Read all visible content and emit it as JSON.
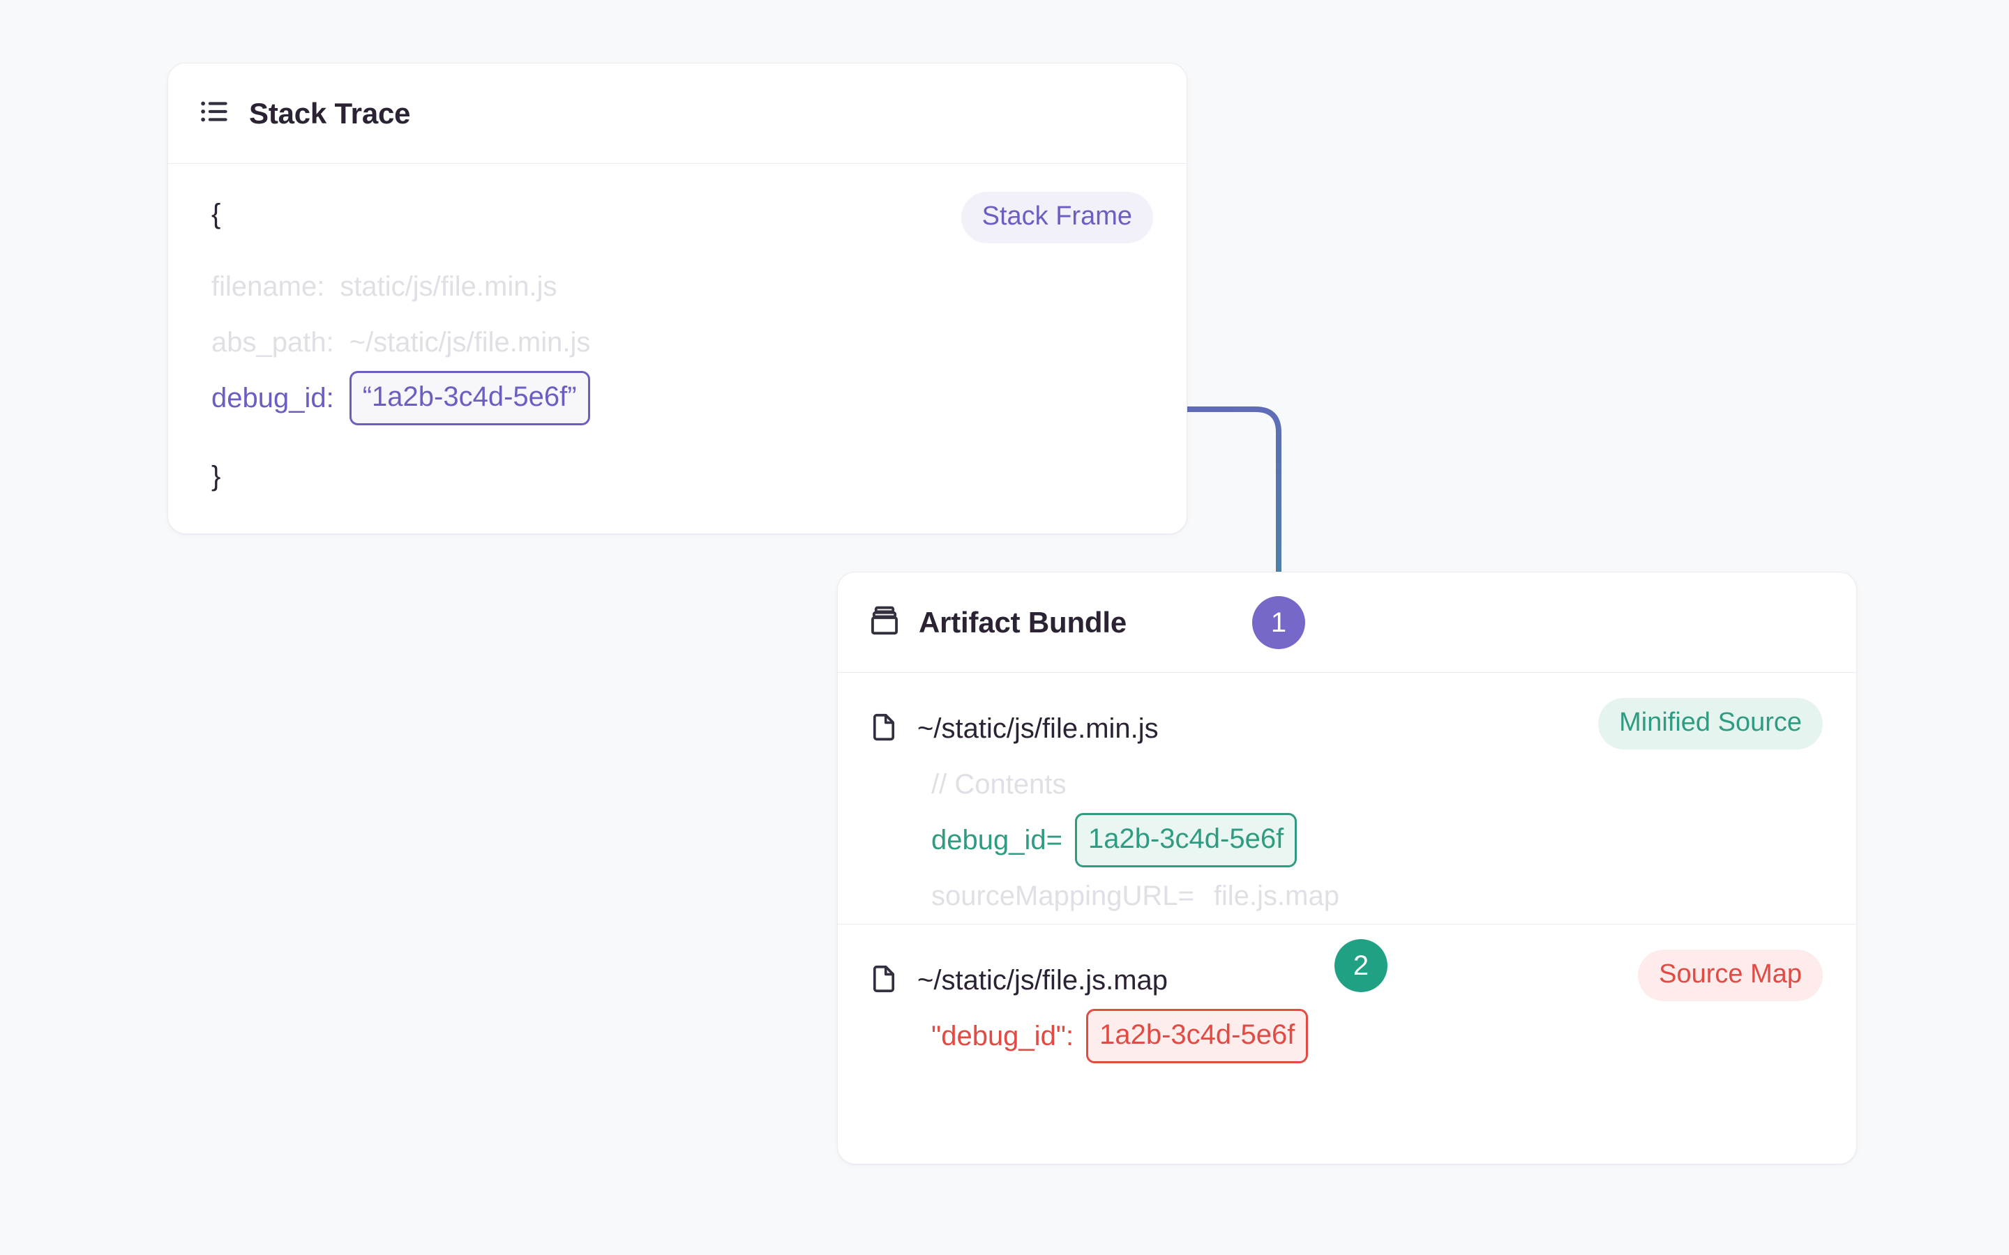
{
  "canvas": {
    "background": "#f8f9fb"
  },
  "colors": {
    "purple": "#6a5fc1",
    "purple_marker": "#7568c9",
    "green": "#2f9c82",
    "green_marker": "#21a184",
    "red": "#e14b43",
    "text": "#2b2233",
    "muted": "#dfe0e5",
    "card_border": "#ebecef"
  },
  "stack_trace_card": {
    "icon": "list-bullets-icon",
    "title": "Stack Trace",
    "badge": "Stack Frame",
    "brace_open": "{",
    "brace_close": "}",
    "fields": [
      {
        "key": "filename:",
        "value": "static/js/file.min.js",
        "highlighted": false
      },
      {
        "key": "abs_path:",
        "value": "~/static/js/file.min.js",
        "highlighted": false
      },
      {
        "key": "debug_id:",
        "value": "“1a2b-3c4d-5e6f”",
        "highlighted": true
      }
    ]
  },
  "artifact_bundle_card": {
    "icon": "archive-box-icon",
    "title": "Artifact Bundle",
    "files": [
      {
        "icon": "file-icon",
        "name": "~/static/js/file.min.js",
        "badge": "Minified Source",
        "badge_style": "green",
        "lines": [
          {
            "text": "// Contents",
            "style": "muted"
          },
          {
            "key": "debug_id=",
            "value": "1a2b-3c4d-5e6f",
            "style": "green-chip"
          },
          {
            "key": "sourceMappingURL=",
            "value": "file.js.map",
            "style": "muted"
          }
        ]
      },
      {
        "icon": "file-icon",
        "name": "~/static/js/file.js.map",
        "badge": "Source Map",
        "badge_style": "red",
        "lines": [
          {
            "key": "\"debug_id\":",
            "value": "1a2b-3c4d-5e6f",
            "style": "red-chip"
          }
        ]
      }
    ]
  },
  "steps": [
    {
      "label": "1",
      "color": "#7568c9"
    },
    {
      "label": "2",
      "color": "#21a184"
    }
  ]
}
